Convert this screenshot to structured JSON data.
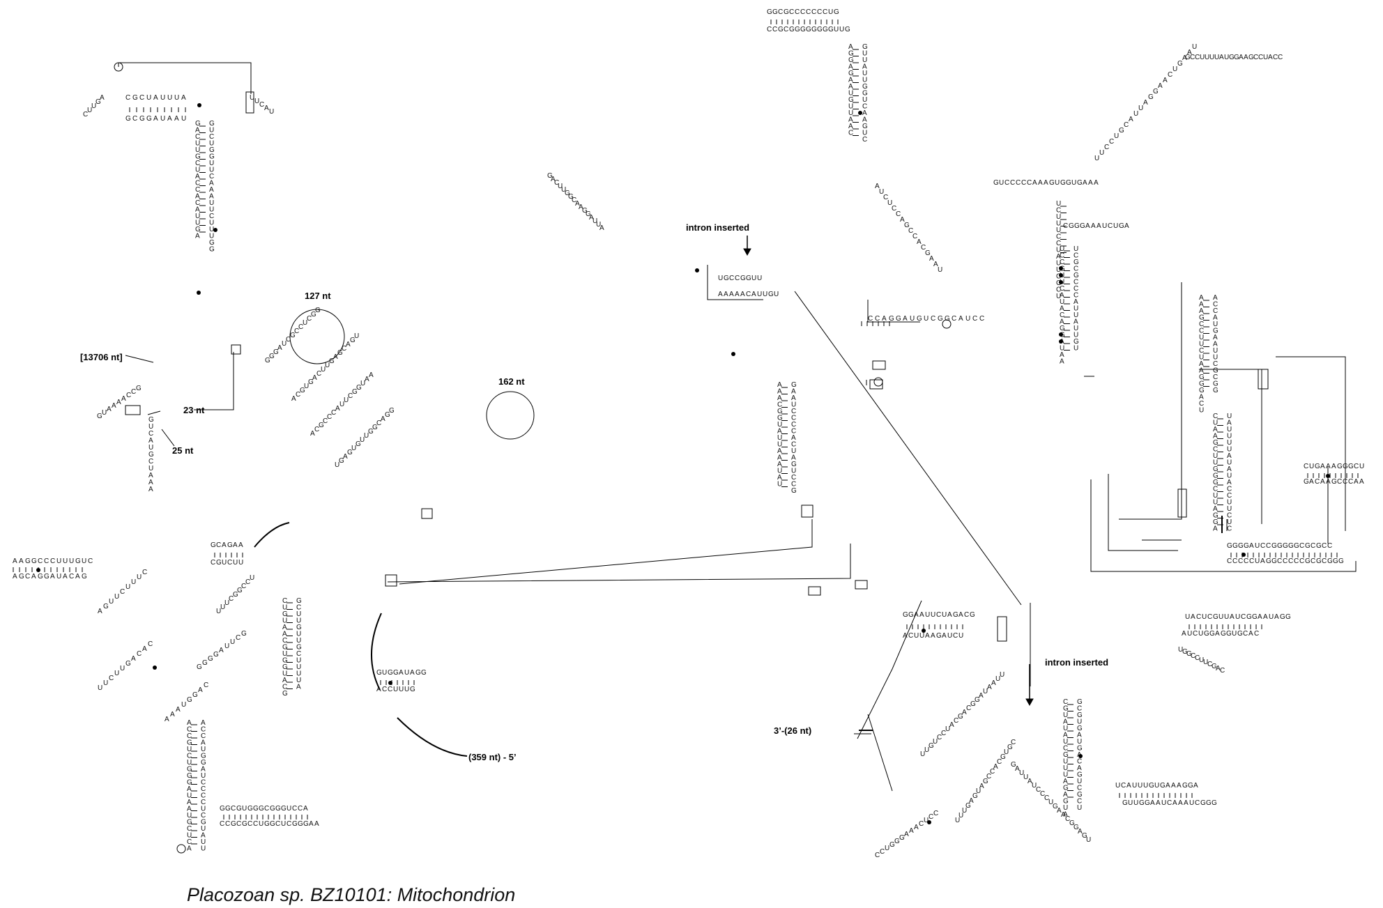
{
  "title": "Placozoan sp. BZ10101: Mitochondrion",
  "annotations": {
    "intron_1": "intron inserted",
    "intron_2": "intron inserted",
    "nt_127": "127 nt",
    "nt_162": "162 nt",
    "nt_13706": "[13706 nt]",
    "nt_23": "23 nt",
    "nt_25": "25 nt",
    "nt_359": "(359 nt) - 5’",
    "nt_3prime": "3’-(26 nt)"
  },
  "sequences": {
    "h01": "CGCUAUUUA",
    "h02": "GCGGAUAAU",
    "h03": "AGUUC",
    "h04": "UUCAU",
    "h05": "GACUUGCUACCACAUUGA",
    "h06": "GUCUGGUUCAAAUUCUUUGG",
    "h07": "GCCAAAAUG",
    "h08": "GUCAUGCUAAA",
    "h09": "AAGGCCCUUUGUC",
    "h10": "AGCAGGAUACAG",
    "h11": "GCAGAA",
    "h12": "CGUCUU",
    "h13": "AGUUCUUUC",
    "h14": "UUCUUGACAC",
    "h15": "ACCGUCUGGGAUAAUGCUCA",
    "h16": "ACCAUGGAUCCCCUCGUAUU",
    "h17": "GGCGUGGGCGGGUCCA",
    "h18": "CCGCGCCUGGCUCGGGAA",
    "h19": "UUUCGGCCU",
    "h20": "GGGGAUUCG",
    "h21": "AAAUGGAC",
    "h22": "CUGUAACGUGGUACG",
    "h23": "GCUUGUUGCUUUUA",
    "h24": "GUGGAUAGG",
    "h25": "ACCUUUG",
    "h26": "UGAGUGUUGGCAGG",
    "h27": "ACGCCCAUUCGGUAA",
    "h28": "GGGAUCGCCUCGG",
    "h29": "ACGUGACUUGAGCAGU",
    "h30": "AUUAGGAACGGUUCAG",
    "h31": "UGCCGGUU",
    "h32": "AAAAACAUUGU",
    "h33": "AAACGGUAUUAAAUAU",
    "h34": "GAAUCCCCACUAGUCCG",
    "h35": "GGCGCCCCCCCUG",
    "h36": "CCGCGGGGGGGGUUG",
    "h37": "AGGAGAAUGUUAAC",
    "h38": "GUUAUUGGUCAAGUC",
    "h39": "AUCUCCAGCCACGAAU",
    "h40": "CCAGGAUGUCGGCAUCC",
    "h41": "GGAAUUCUAGACG",
    "h42": "ACUUAAGAUCU",
    "h43": "GUCCCCCAAAGUGGUGAAA",
    "h44": "UCUUUCCUAUUCGCU",
    "h45": "CGGGAAAUCUGA",
    "h46": "UCCGUUCAUACAGGAUAA",
    "h47": "UCGCGCCCAUUAUUGU",
    "h48": "GGGGAUCCGGGGGCGCGCC",
    "h49": "CCCCCUAGGCCCCCGCGCGGG",
    "h50": "CUGAAAGGGCU",
    "h51": "GACAAGCCCAA",
    "h52": "UACUCGUUAUCGGAAUAGG",
    "h53": "AUCUGGAGGUGCAC",
    "h54": "UGGCCUUCGAC",
    "h55": "CGUAUAUCGUUUAGAGUA",
    "h56": "GCGUGAUGACAGUCGCU",
    "h57": "UCAUUUGUGAAAGGA",
    "h58": "GUUGGAAUCAAAUCGGG",
    "h59": "UUGUCCUACGACGGAUAAUU",
    "h60": "CCUGGGAAACUCC",
    "h61": "UUUGAGUAGCCACGUGC",
    "h62": "GAUUAUCCCUGAACGGAGU",
    "h63": "CUAAGCUUGGGCUUAGGA",
    "h64": "UAUUUUAUAUACCUUCUC",
    "h65": "AAAGCCUUCUAAGGGACU",
    "h66": "ACCAUGAAUUCGCGG",
    "h67": "UUCCUGCAUUAGGAACUGAAU",
    "h68": "GCCUUUUAUGGAAGCCUACC"
  }
}
